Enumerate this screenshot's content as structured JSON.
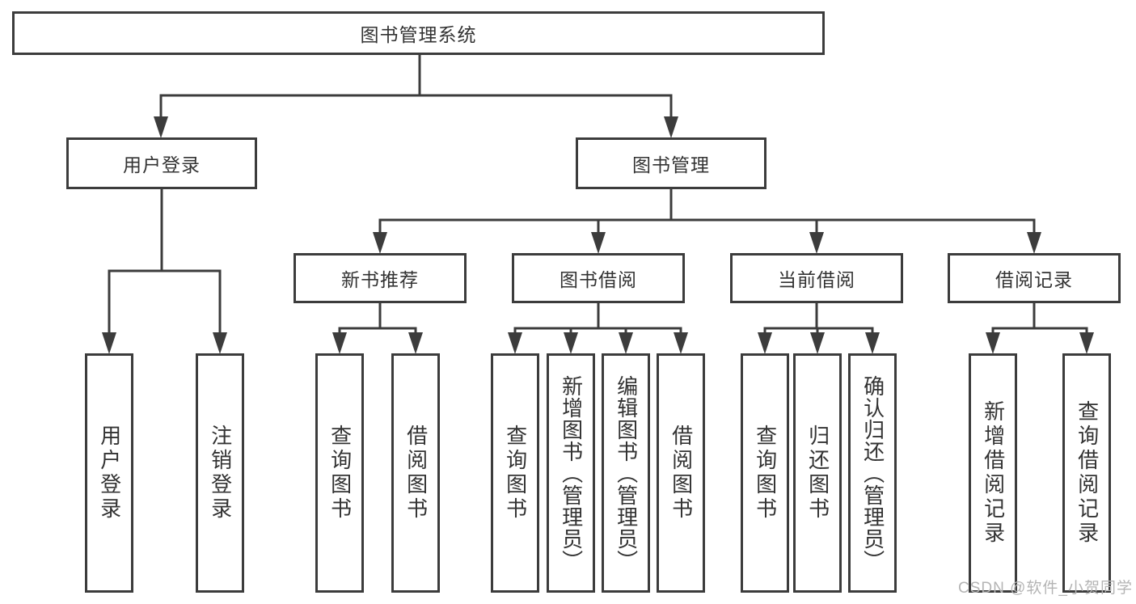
{
  "tree": {
    "label": "图书管理系统",
    "children": [
      {
        "label": "用户登录",
        "children": [
          {
            "label": "用户登录"
          },
          {
            "label": "注销登录"
          }
        ]
      },
      {
        "label": "图书管理",
        "children": [
          {
            "label": "新书推荐",
            "children": [
              {
                "label": "查询图书"
              },
              {
                "label": "借阅图书"
              }
            ]
          },
          {
            "label": "图书借阅",
            "children": [
              {
                "label": "查询图书"
              },
              {
                "label": "新增图书（管理员）"
              },
              {
                "label": "编辑图书（管理员）"
              },
              {
                "label": "借阅图书"
              }
            ]
          },
          {
            "label": "当前借阅",
            "children": [
              {
                "label": "查询图书"
              },
              {
                "label": "归还图书"
              },
              {
                "label": "确认归还（管理员）"
              }
            ]
          },
          {
            "label": "借阅记录",
            "children": [
              {
                "label": "新增借阅记录"
              },
              {
                "label": "查询借阅记录"
              }
            ]
          }
        ]
      }
    ]
  },
  "watermark": "CSDN @软件_小贺同学",
  "colors": {
    "line": "#3c3c3c",
    "box_border": "#3c3c3c",
    "text": "#333333",
    "watermark_text": "#b4b4b4",
    "background": "#ffffff"
  }
}
